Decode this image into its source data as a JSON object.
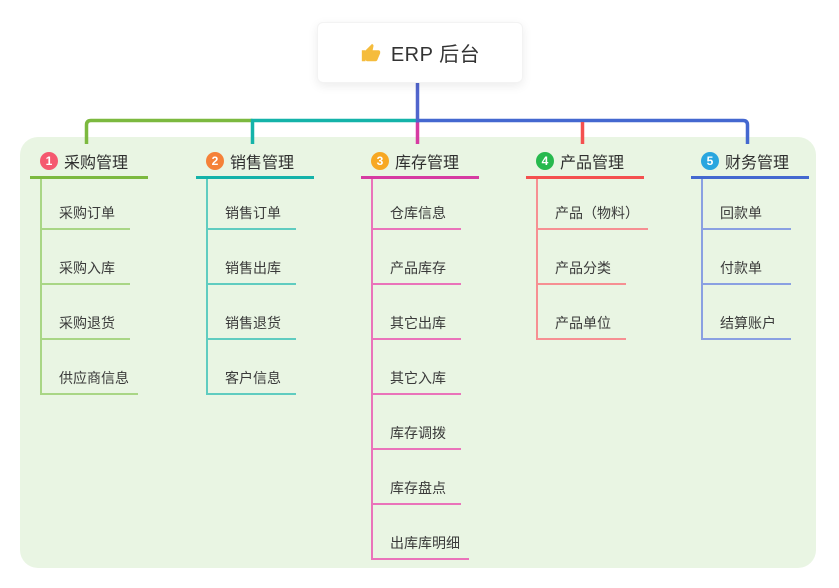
{
  "root": {
    "title": "ERP 后台",
    "icon": "thumbs-up-icon",
    "icon_color": "#f5bc3c"
  },
  "canvas": {
    "page_bg": "#ffffff",
    "panel_bg": "#e9f5e3",
    "root_connector_color": "#5165cd"
  },
  "branches": [
    {
      "index": "1",
      "label": "采购管理",
      "badge_color": "#f5596f",
      "line_color": "#7cb93f",
      "item_line_color": "#a9d685",
      "items": [
        "采购订单",
        "采购入库",
        "采购退货",
        "供应商信息"
      ]
    },
    {
      "index": "2",
      "label": "销售管理",
      "badge_color": "#f58138",
      "line_color": "#14b3a9",
      "item_line_color": "#5fccc0",
      "items": [
        "销售订单",
        "销售出库",
        "销售退货",
        "客户信息"
      ]
    },
    {
      "index": "3",
      "label": "库存管理",
      "badge_color": "#f7a823",
      "line_color": "#d63ba2",
      "item_line_color": "#ea73ba",
      "items": [
        "仓库信息",
        "产品库存",
        "其它出库",
        "其它入库",
        "库存调拨",
        "库存盘点",
        "出库库明细"
      ]
    },
    {
      "index": "4",
      "label": "产品管理",
      "badge_color": "#27b94e",
      "line_color": "#f4504f",
      "item_line_color": "#f68f92",
      "items": [
        "产品（物料）",
        "产品分类",
        "产品单位"
      ]
    },
    {
      "index": "5",
      "label": "财务管理",
      "badge_color": "#29a6df",
      "line_color": "#4468d0",
      "item_line_color": "#8aa0e2",
      "items": [
        "回款单",
        "付款单",
        "结算账户"
      ]
    }
  ]
}
